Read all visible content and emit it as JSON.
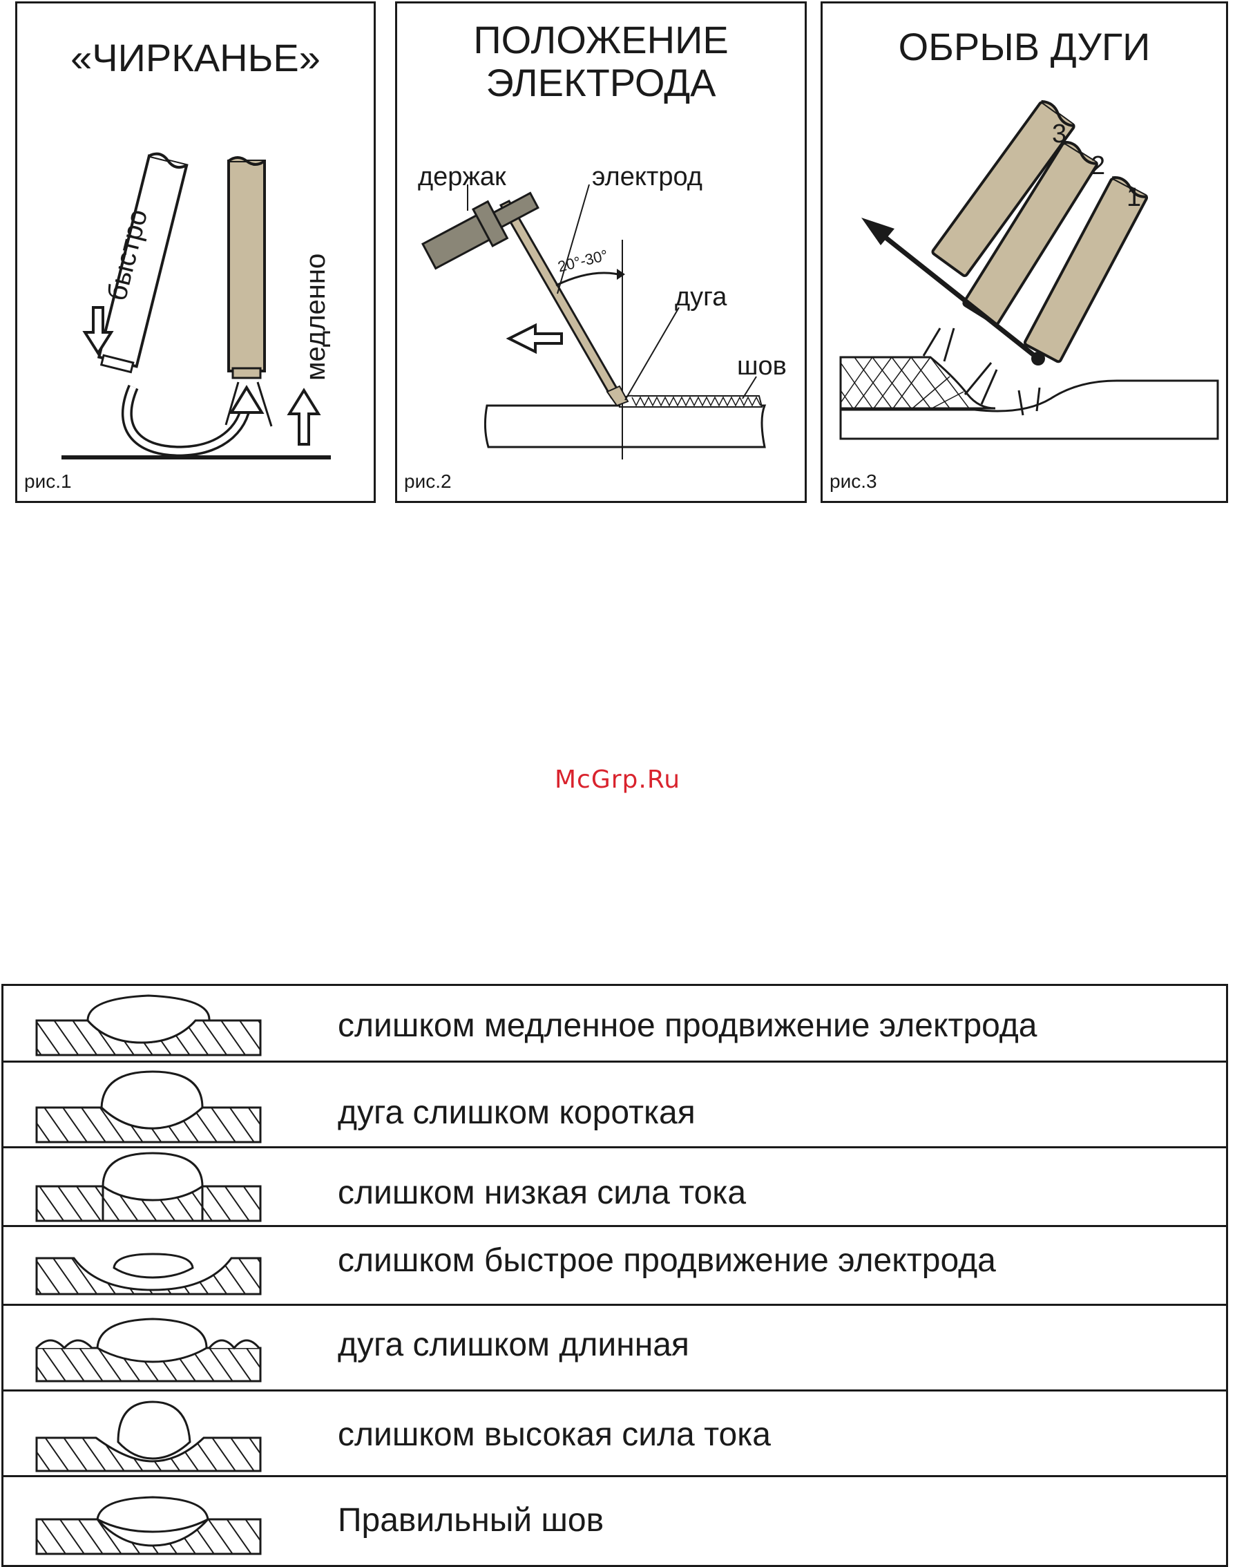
{
  "panels": [
    {
      "title": "«ЧИРКАНЬЕ»",
      "caption": "рис.1",
      "labels": {
        "fast": "быстро",
        "slow": "медленно"
      }
    },
    {
      "title_line1": "ПОЛОЖЕНИЕ",
      "title_line2": "ЭЛЕКТРОДА",
      "caption": "рис.2",
      "labels": {
        "holder": "держак",
        "electrode": "электрод",
        "angle": "20°-30°",
        "arc": "дуга",
        "seam": "шов"
      }
    },
    {
      "title": "ОБРЫВ ДУГИ",
      "caption": "рис.3",
      "labels": {
        "n1": "1",
        "n2": "2",
        "n3": "3"
      }
    }
  ],
  "watermark": "McGrp.Ru",
  "seam_table": [
    {
      "text": "слишком медленное продвижение электрода",
      "profile": "slow-travel"
    },
    {
      "text": "дуга слишком короткая",
      "profile": "short-arc"
    },
    {
      "text": "слишком низкая сила тока",
      "profile": "low-current"
    },
    {
      "text": "слишком быстрое продвижение электрода",
      "profile": "fast-travel"
    },
    {
      "text": "дуга слишком длинная",
      "profile": "long-arc"
    },
    {
      "text": "слишком высокая сила тока",
      "profile": "high-current"
    },
    {
      "text": "Правильный шов",
      "profile": "correct"
    }
  ],
  "colors": {
    "electrode": "#c8bb9f",
    "holder": "#8a8677",
    "ink": "#1a1a1a",
    "watermark": "#d9232d"
  }
}
